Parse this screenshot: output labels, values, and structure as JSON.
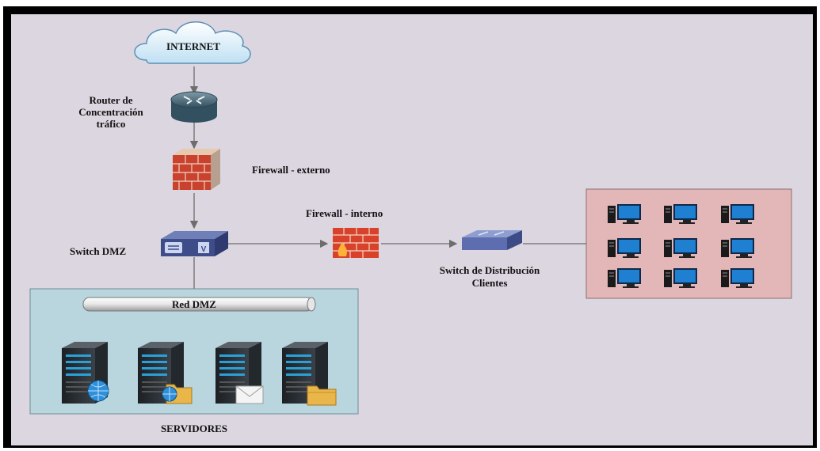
{
  "nodes": {
    "internet": "INTERNET",
    "router": [
      "Router de",
      "Concentración",
      "tráfico"
    ],
    "firewall_externo": "Firewall - externo",
    "firewall_interno": "Firewall - interno",
    "switch_dmz": "Switch DMZ",
    "switch_dist": [
      "Switch de Distribución",
      "Clientes"
    ],
    "red_dmz": "Red DMZ",
    "servidores": "SERVIDORES"
  },
  "colors": {
    "background": "#dcd6e0",
    "dmz_zone": "#b9d6df",
    "clients_zone": "#e3b6b8",
    "connector": "#6d6d6d"
  },
  "icons": {
    "servers": [
      "server-web-icon",
      "server-web-folder-icon",
      "server-mail-icon",
      "server-file-icon"
    ],
    "clients": "desktop-pc-icon"
  }
}
